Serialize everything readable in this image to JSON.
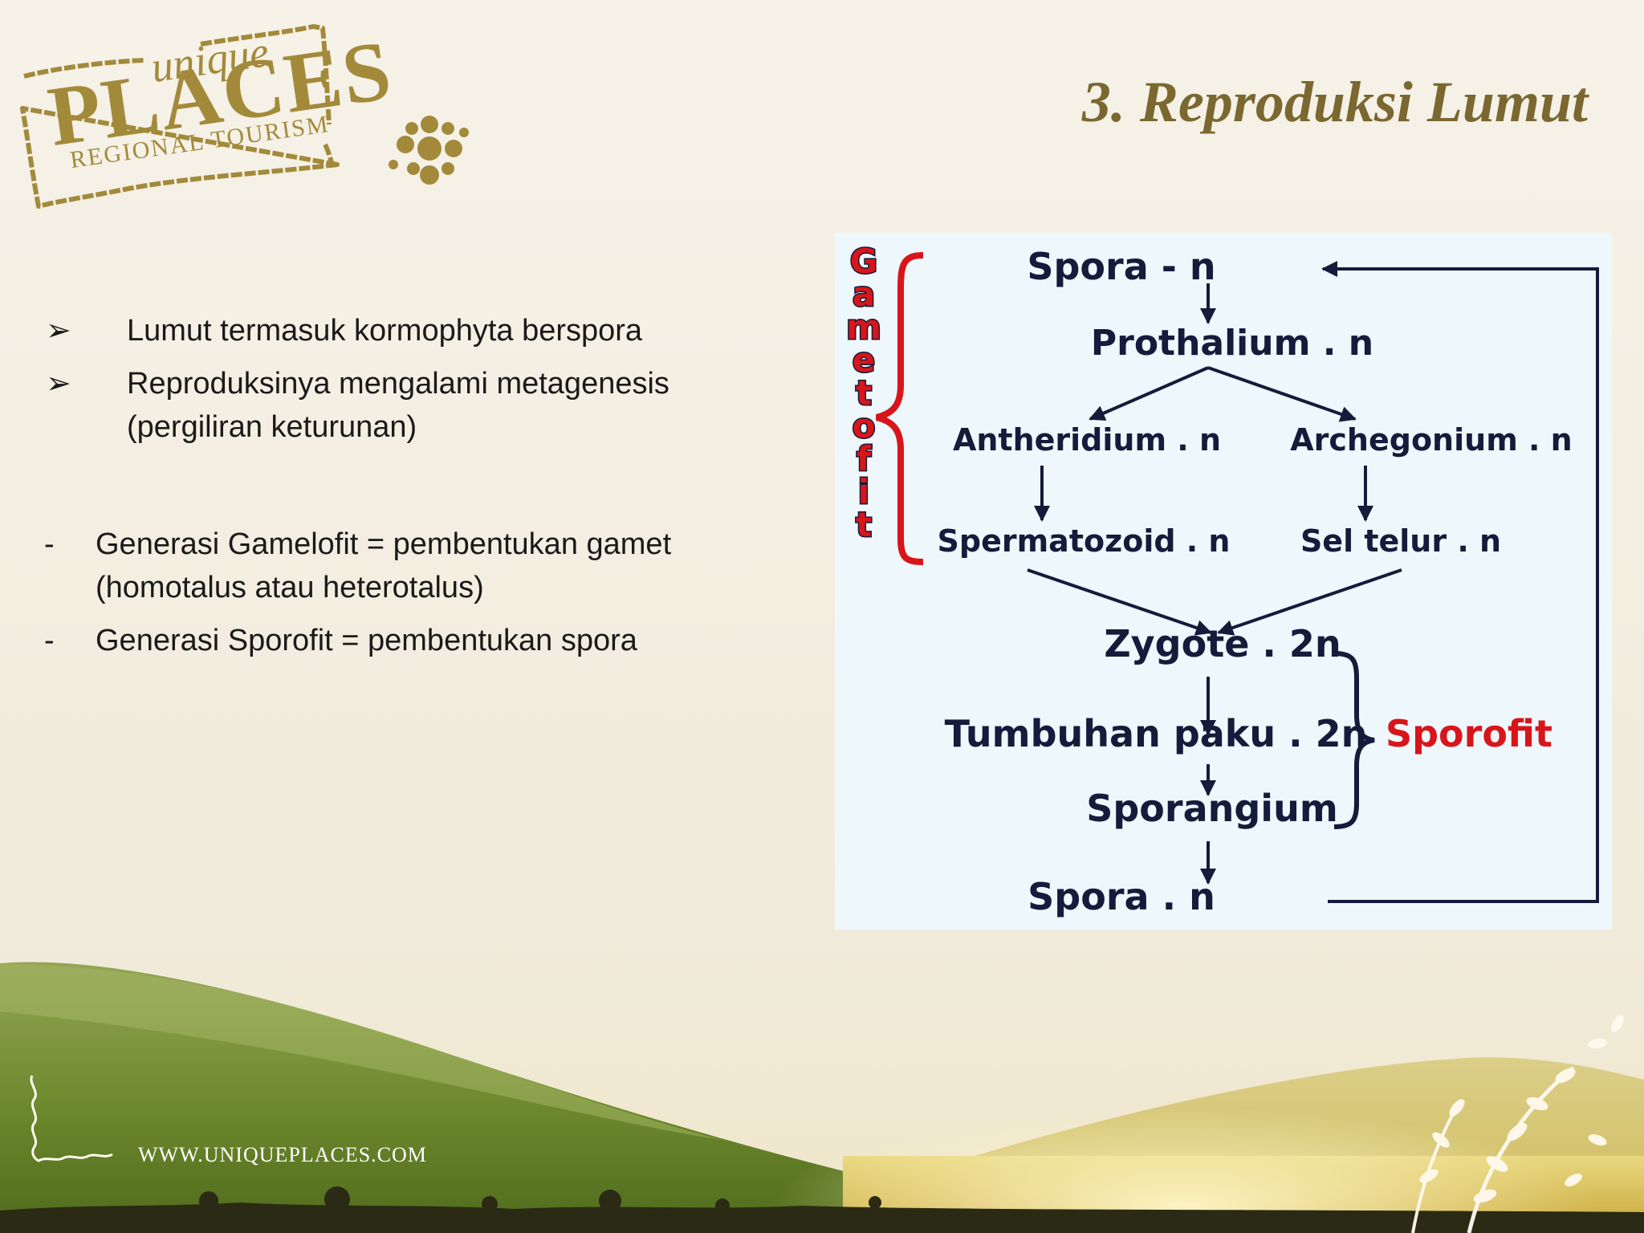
{
  "logo": {
    "unique": "unique",
    "places": "PLACES",
    "regional": "REGIONAL TOURISM"
  },
  "title": "3. Reproduksi Lumut",
  "bullets": {
    "arrow_items": [
      "Lumut termasuk kormophyta berspora",
      "Reproduksinya mengalami metagenesis (pergiliran keturunan)"
    ],
    "dash_items": [
      "Generasi Gamelofit = pembentukan gamet (homotalus atau heterotalus)",
      "Generasi Sporofit = pembentukan spora"
    ],
    "arrow_symbol": "➢",
    "dash_symbol": "-"
  },
  "diagram": {
    "side_label_gametofit": [
      "G",
      "a",
      "m",
      "e",
      "t",
      "o",
      "f",
      "i",
      "t"
    ],
    "side_label_sporofit": "Sporofit",
    "nodes": {
      "spora_top": "Spora - n",
      "prothalium": "Prothalium . n",
      "antheridium": "Antheridium . n",
      "archegonium": "Archegonium . n",
      "spermatozoid": "Spermatozoid . n",
      "sel_telur": "Sel telur . n",
      "zygote": "Zygote . 2n",
      "tumbuhan_paku": "Tumbuhan paku . 2n",
      "sporangium": "Sporangium",
      "spora_bottom": "Spora . n"
    },
    "colors": {
      "red": "#d8151b",
      "navy": "#141b3b",
      "panel": "#eef7fb"
    }
  },
  "footer": {
    "url": "WWW.UNIQUEPLACES.COM"
  }
}
